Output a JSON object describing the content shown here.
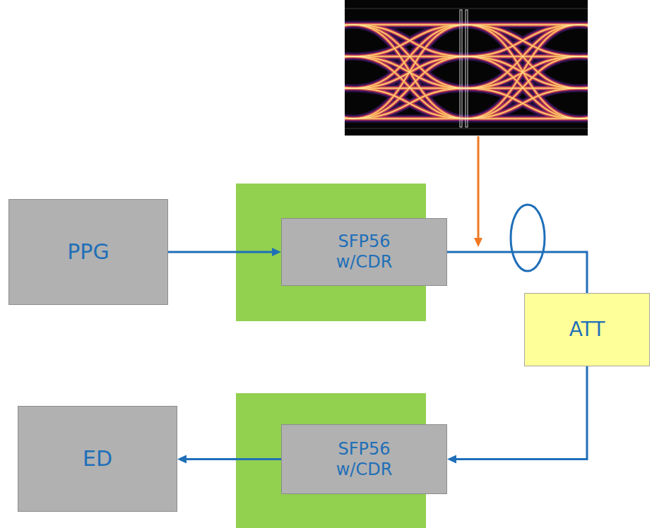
{
  "diagram": {
    "nodes": [
      {
        "text": [
          "PPG"
        ]
      },
      {
        "text": []
      },
      {
        "text": [
          "SFP56 w/CDR"
        ],
        "in": 1
      },
      {
        "text": [
          "ATT"
        ]
      },
      {
        "text": [
          "ED"
        ]
      },
      {
        "text": []
      },
      {
        "text": [
          "SFP56 w/CDR"
        ],
        "in": 5
      }
    ],
    "edges": [
      {
        "from": 0,
        "to": 2,
        "arrow": "to"
      },
      {
        "from": 2,
        "to": 3,
        "arrow": "none"
      },
      {
        "from": 3,
        "to": 6,
        "arrow": "to"
      },
      {
        "from": 6,
        "to": 4,
        "arrow": "to"
      }
    ]
  }
}
